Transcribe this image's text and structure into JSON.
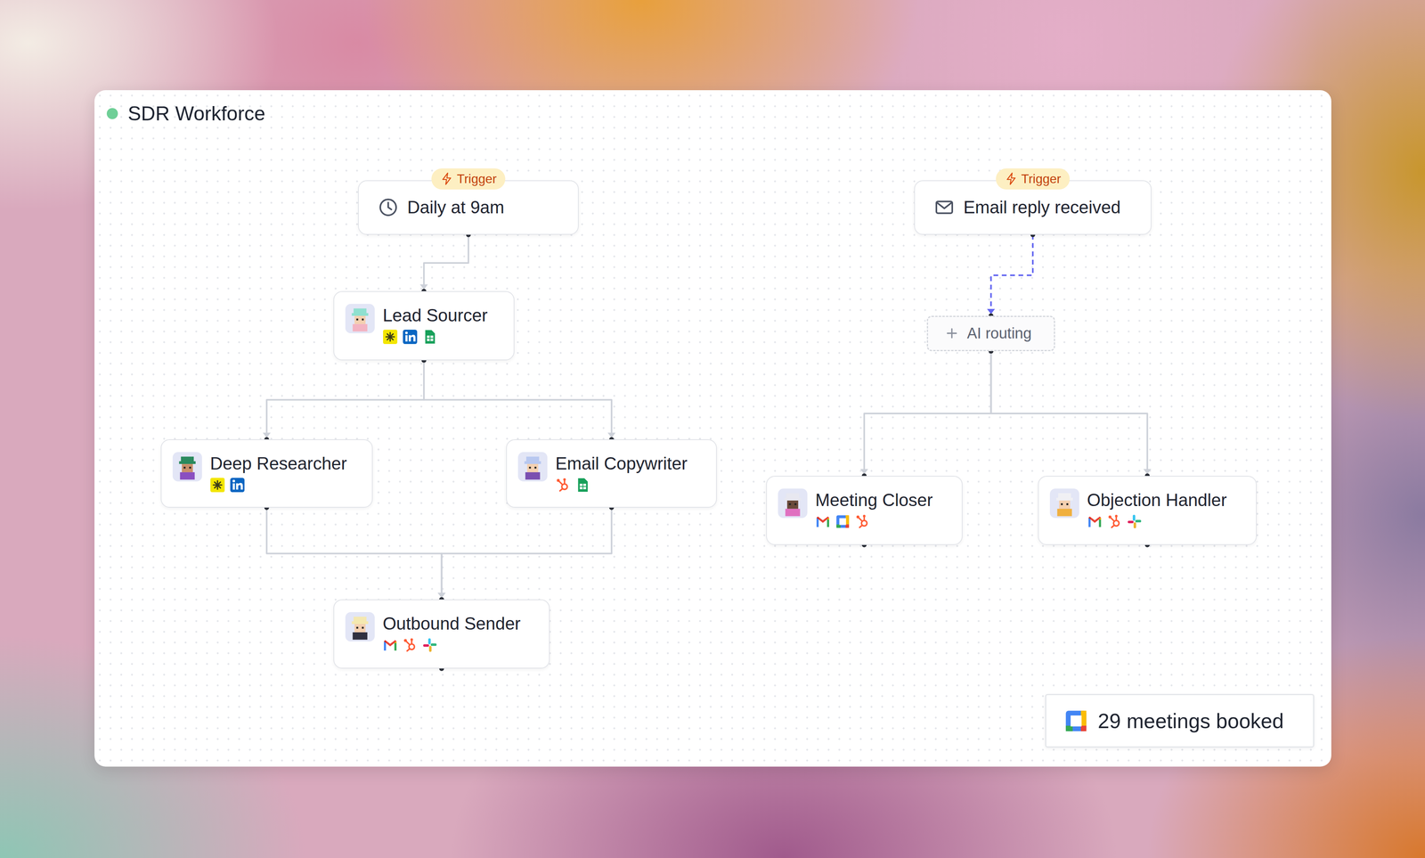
{
  "diagram": {
    "title": "SDR Workforce",
    "nodes": [
      {
        "text": [
          "Trigger",
          "Daily at 9am"
        ]
      },
      {
        "text": [
          "Trigger",
          "Email reply received"
        ]
      },
      {
        "text": [
          "Lead Sourcer"
        ]
      },
      {
        "text": [
          "AI routing"
        ]
      },
      {
        "text": [
          "Deep Researcher"
        ]
      },
      {
        "text": [
          "Email Copywriter"
        ]
      },
      {
        "text": [
          "Meeting Closer"
        ]
      },
      {
        "text": [
          "Objection Handler"
        ]
      },
      {
        "text": [
          "Outbound Sender"
        ]
      },
      {
        "text": [
          "29 meetings booked"
        ]
      }
    ],
    "edges": [
      {
        "from": 0,
        "to": 2,
        "arrow": "to"
      },
      {
        "from": 2,
        "to": 4,
        "arrow": "to"
      },
      {
        "from": 2,
        "to": 5,
        "arrow": "to"
      },
      {
        "from": 4,
        "to": 8,
        "arrow": "to"
      },
      {
        "from": 5,
        "to": 8,
        "arrow": "to"
      },
      {
        "from": 1,
        "to": 3,
        "arrow": "to"
      },
      {
        "from": 3,
        "to": 6,
        "arrow": "to"
      },
      {
        "from": 3,
        "to": 7,
        "arrow": "to"
      }
    ]
  }
}
